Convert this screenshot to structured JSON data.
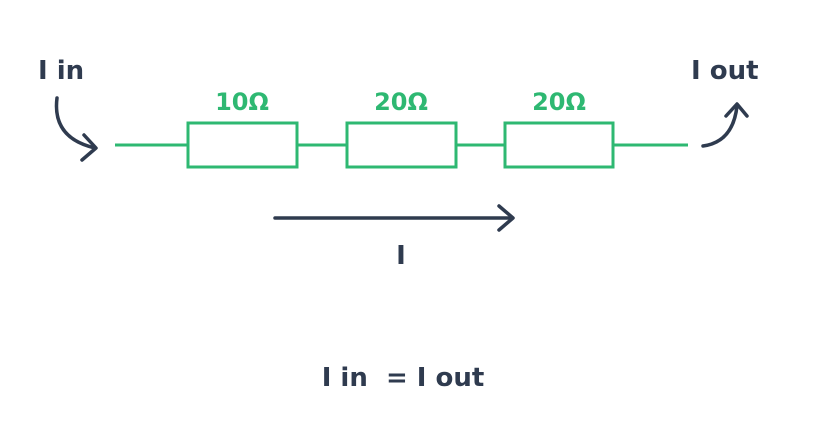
{
  "labels": {
    "current_in": "I in",
    "current_out": "I out",
    "current": "I",
    "equation": "I in  = I out"
  },
  "resistors": [
    {
      "label": "10Ω"
    },
    {
      "label": "20Ω"
    },
    {
      "label": "20Ω"
    }
  ],
  "colors": {
    "circuit": "#2eb872",
    "text_dark": "#2f3b4f",
    "background": "#ffffff"
  }
}
